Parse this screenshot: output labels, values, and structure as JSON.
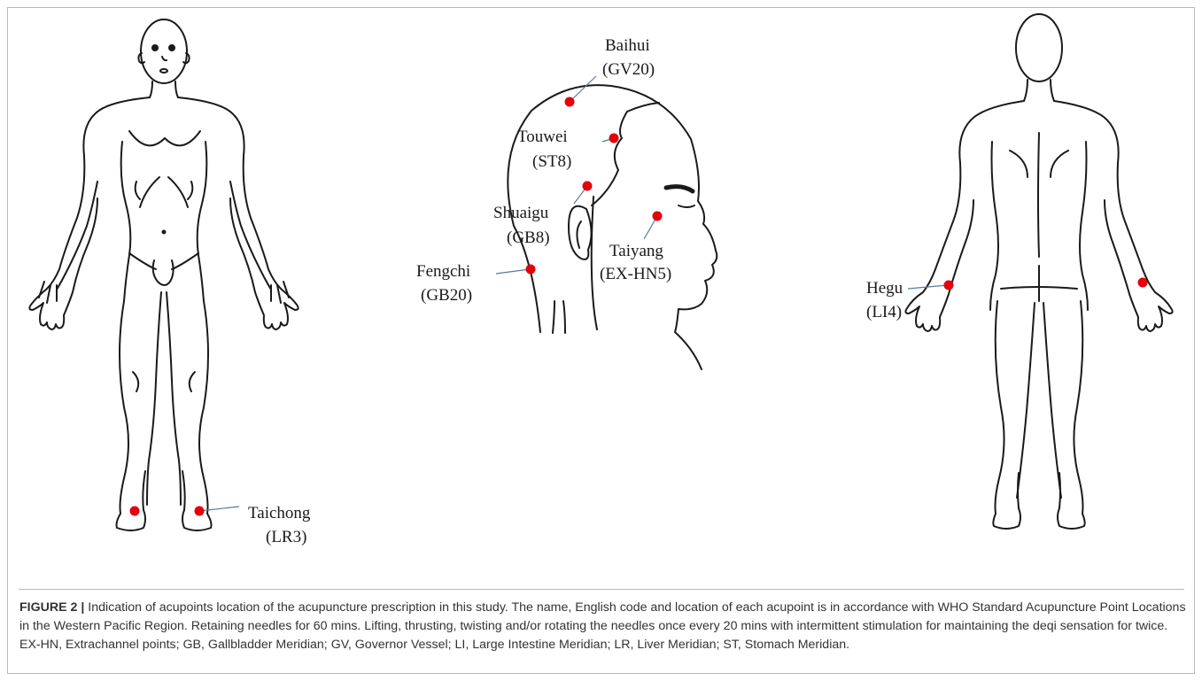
{
  "figure": {
    "acupoints": [
      {
        "name": "Baihui",
        "code": "(GV20)"
      },
      {
        "name": "Touwei",
        "code": "(ST8)"
      },
      {
        "name": "Shuaigu",
        "code": "(GB8)"
      },
      {
        "name": "Taiyang",
        "code": "(EX-HN5)"
      },
      {
        "name": "Fengchi",
        "code": "(GB20)"
      },
      {
        "name": "Hegu",
        "code": "(LI4)"
      },
      {
        "name": "Taichong",
        "code": "(LR3)"
      }
    ],
    "point_color": "#e3000b",
    "line_color": "#1a1a1a",
    "leader_color": "#5a7a9a"
  },
  "caption": {
    "label": "FIGURE 2 |",
    "text": " Indication of acupoints location of the acupuncture prescription in this study. The name, English code and location of each acupoint is in accordance with WHO Standard Acupuncture Point Locations in the Western Pacific Region. Retaining needles for 60 mins. Lifting, thrusting, twisting and/or rotating the needles once every 20 mins with intermittent stimulation for maintaining the deqi sensation for twice. EX-HN, Extrachannel points; GB, Gallbladder Meridian; GV, Governor Vessel; LI, Large Intestine Meridian; LR, Liver Meridian; ST, Stomach Meridian."
  }
}
